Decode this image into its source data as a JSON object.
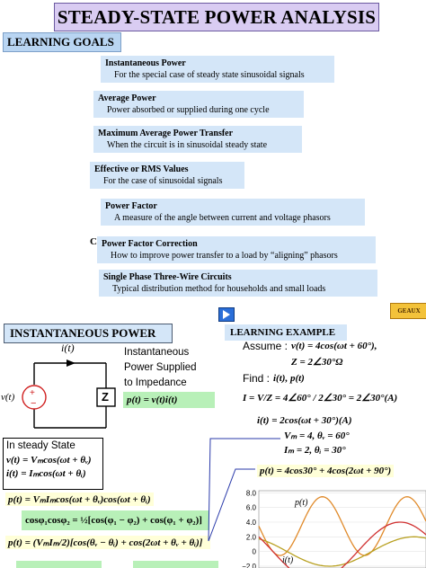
{
  "title": "STEADY-STATE POWER ANALYSIS",
  "learning_goals": {
    "header": "LEARNING GOALS",
    "items": [
      {
        "title": "Instantaneous Power",
        "desc": "For the special case of steady state sinusoidal signals"
      },
      {
        "title": "Average Power",
        "desc": "Power absorbed or supplied during one cycle"
      },
      {
        "title": "Maximum Average Power Transfer",
        "desc": "When the circuit is in sinusoidal steady state"
      },
      {
        "title": "Effective or RMS Values",
        "desc": "For the case of sinusoidal signals"
      },
      {
        "title": "Power Factor",
        "desc": "A measure of the angle between current and voltage phasors"
      },
      {
        "title": "Power Factor Correction",
        "desc": "How to improve power transfer to a load by “aligning” phasors"
      },
      {
        "title": "Single Phase Three-Wire Circuits",
        "desc": "Typical distribution method for households and small loads"
      }
    ],
    "stray_letter": "C"
  },
  "geaux_label": "GEAUX",
  "instantaneous": {
    "header": "INSTANTANEOUS POWER",
    "current_label": "i(t)",
    "voltage_label": "v(t)",
    "impedance_label": "Z",
    "supplied_line1": "Instantaneous",
    "supplied_line2": "Power Supplied",
    "supplied_line3": "to Impedance",
    "supplied_eq": "p(t) = v(t)i(t)",
    "steady_state_label": "In steady State",
    "eq_v": "v(t) = Vₘcos(ωt + θᵥ)",
    "eq_i": "i(t) = Iₘcos(ωt + θᵢ)",
    "eq_p": "p(t) = VₘIₘcos(ωt + θᵥ)cos(ωt + θᵢ)",
    "eq_identity": "cosφ₁cosφ₂ = ½[cos(φ₁ − φ₂) + cos(φ₁ + φ₂)]",
    "eq_final": "p(t) = (VₘIₘ/2)[cos(θᵥ − θᵢ) + cos(2ωt + θᵥ + θᵢ)]"
  },
  "example": {
    "header": "LEARNING EXAMPLE",
    "assume_label": "Assume :",
    "assume_v": "v(t) = 4cos(ωt + 60°),",
    "assume_z": "Z = 2∠30°Ω",
    "find_label": "Find :",
    "find_items": "i(t), p(t)",
    "eq_I": "I = V/Z = 4∠60° / 2∠30° = 2∠30°(A)",
    "eq_it": "i(t) = 2cos(ωt + 30°)(A)",
    "eq_vm": "Vₘ = 4, θᵥ = 60°",
    "eq_im": "Iₘ = 2, θᵢ = 30°",
    "eq_pt": "p(t) = 4cos30° + 4cos(2ωt + 90°)"
  },
  "chart_data": {
    "type": "line",
    "y_ticks": [
      "8.0",
      "6.0",
      "4.0",
      "2.0",
      "0",
      "−2.0"
    ],
    "ylim": [
      -2,
      8
    ],
    "series": [
      {
        "name": "p(t)",
        "color": "#e08a2a"
      },
      {
        "name": "i(t)",
        "color": "#b8a020"
      },
      {
        "name": "",
        "color": "#d03030"
      }
    ]
  }
}
